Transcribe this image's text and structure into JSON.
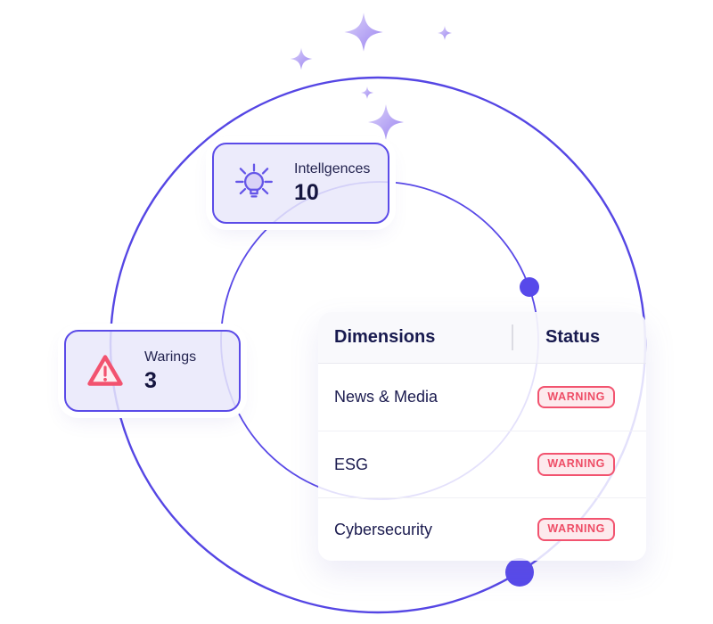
{
  "cards": {
    "intelligences": {
      "label": "Intellgences",
      "value": "10",
      "icon": "lightbulb-icon"
    },
    "warnings": {
      "label": "Warings",
      "value": "3",
      "icon": "warning-triangle-icon"
    }
  },
  "table": {
    "columns": [
      "Dimensions",
      "Status"
    ],
    "rows": [
      {
        "dimension": "News & Media",
        "status": "WARNING"
      },
      {
        "dimension": "ESG",
        "status": "WARNING"
      },
      {
        "dimension": "Cybersecurity",
        "status": "WARNING"
      }
    ]
  },
  "decorations": {
    "sparkle_icon_count": 5,
    "orbit_circle_count": 2,
    "orbit_dot_count": 2
  },
  "colors": {
    "accent_purple": "#5b4be8",
    "orbit_stroke": "#5546e4",
    "card_fill": "#e9e8fa",
    "navy_text": "#1b1b4f",
    "warning_border": "#f2536f",
    "warning_bg": "#fdeaed",
    "warning_text": "#ee4d66"
  }
}
